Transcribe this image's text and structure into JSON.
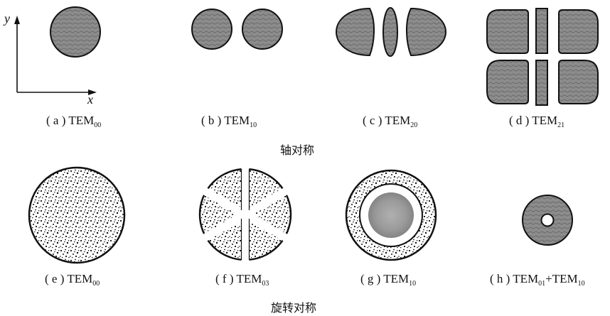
{
  "axes": {
    "x_label": "x",
    "y_label": "y"
  },
  "panels": [
    {
      "letter": "a",
      "mode": "TEM",
      "sub": "00",
      "caption_prefix": "( a ) "
    },
    {
      "letter": "b",
      "mode": "TEM",
      "sub": "10",
      "caption_prefix": "( b ) "
    },
    {
      "letter": "c",
      "mode": "TEM",
      "sub": "20",
      "caption_prefix": "( c ) "
    },
    {
      "letter": "d",
      "mode": "TEM",
      "sub": "21",
      "caption_prefix": "( d ) "
    },
    {
      "letter": "e",
      "mode": "TEM",
      "sub": "00",
      "caption_prefix": "( e ) "
    },
    {
      "letter": "f",
      "mode": "TEM",
      "sub": "03",
      "caption_prefix": "( f ) "
    },
    {
      "letter": "g",
      "mode": "TEM",
      "sub": "10",
      "caption_prefix": "( g ) "
    },
    {
      "letter": "h",
      "mode": "TEM",
      "sub": "01",
      "plus": "+TEM",
      "sub2": "10",
      "caption_prefix": "( h ) "
    }
  ],
  "groups": {
    "axial": "轴对称",
    "rotational": "旋转对称"
  },
  "colors": {
    "gray_fill": "#8a8a8a",
    "outline": "#111111",
    "speckle_bg": "#ffffff"
  }
}
